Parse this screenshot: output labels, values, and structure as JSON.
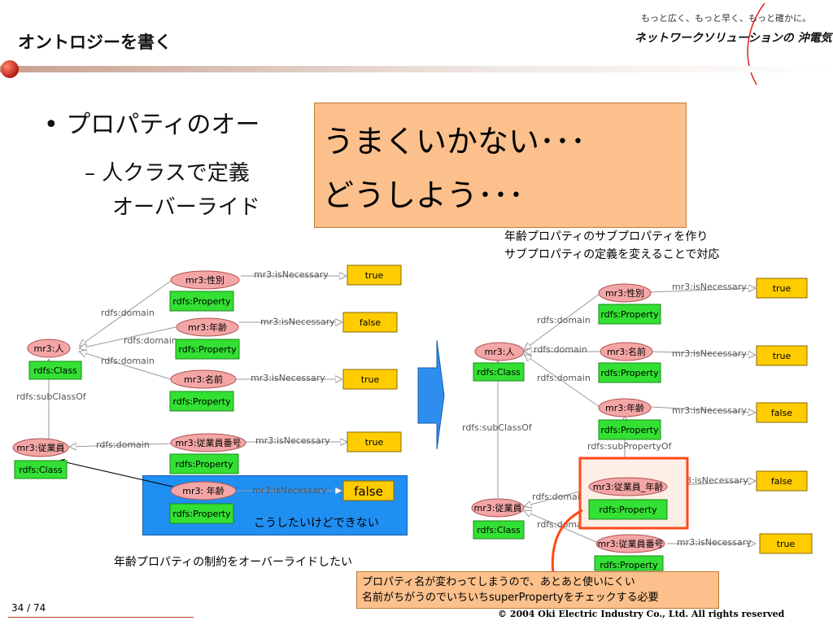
{
  "header": {
    "title": "オントロジーを書く",
    "tagline": "もっと広く、もっと早く、もっと確かに。",
    "company": "ネットワークソリューションの 沖電気"
  },
  "body": {
    "bullet": "• プロパティのオー",
    "sub1": "– 人クラスで定義",
    "sub2": "オーバーライド",
    "callout_line1": "うまくいかない･･･",
    "callout_line2": "どうしよう･･･",
    "right_caption_line1": "年齢プロパティのサブプロパティを作り",
    "right_caption_line2": "サブプロパティの定義を変えることで対応",
    "left_caption": "年齢プロパティの制約をオーバーライドしたい",
    "blue_text": "こうしたいけどできない",
    "note_line1": "プロパティ名が変わってしまうので、あとあと使いにくい",
    "note_line2": "名前がちがうのでいちいちsuperPropertyをチェックする必要"
  },
  "diagram": {
    "left": {
      "person": "mr3:人",
      "employee": "mr3:従業員",
      "gender": "mr3:性別",
      "age": "mr3:年齢",
      "name": "mr3:名前",
      "empno": "mr3:従業員番号",
      "age_override": "mr3: 年齢",
      "rdfs_class": "rdfs:Class",
      "rdfs_property": "rdfs:Property",
      "domain": "rdfs:domain",
      "subclassof": "rdfs:subClassOf",
      "isnecessary": "mr3:isNecessary",
      "true_val": "true",
      "false_val": "false"
    },
    "right": {
      "person": "mr3:人",
      "employee": "mr3:従業員",
      "gender": "mr3:性別",
      "name": "mr3:名前",
      "age": "mr3:年齢",
      "emp_age": "mr3:従業員_年齢",
      "empno": "mr3:従業員番号",
      "rdfs_class": "rdfs:Class",
      "rdfs_property": "rdfs:Property",
      "domain": "rdfs:domain",
      "subclassof": "rdfs:subClassOf",
      "subpropertyof": "rdfs:subPropertyOf",
      "isnecessary": "mr3:isNecessary",
      "true_val": "true",
      "false_val": "false"
    }
  },
  "footer": {
    "page": "34 / 74",
    "copyright": "© 2004 Oki Electric Industry Co., Ltd. All rights reserved"
  },
  "colors": {
    "node_pink": "#f4a6a6",
    "class_green": "#33e033",
    "value_yellow": "#ffcc00",
    "callout_orange": "#fbc08b",
    "highlight_red": "#ff4a1a",
    "arrow_blue": "#2e8ef0"
  }
}
